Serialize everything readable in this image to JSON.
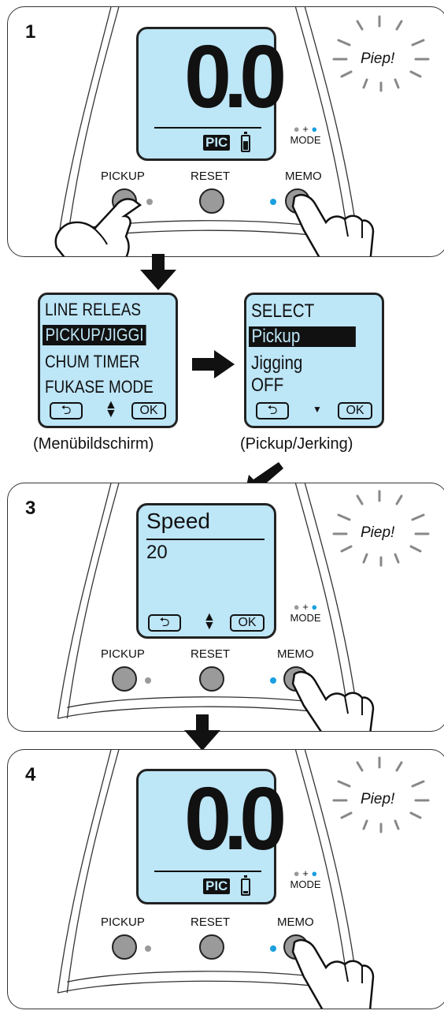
{
  "steps": {
    "step1": {
      "number": "1"
    },
    "step3": {
      "number": "3"
    },
    "step4": {
      "number": "4"
    }
  },
  "display": {
    "big_value": "0.0",
    "mode_badge": "PIC"
  },
  "device": {
    "mode_label": "MODE",
    "plus": "+",
    "pickup_label": "PICKUP",
    "reset_label": "RESET",
    "memo_label": "MEMO"
  },
  "beep": {
    "text": "Piep!"
  },
  "menu_screen": {
    "items": [
      "LINE RELEAS",
      "PICKUP/JIGGI",
      "CHUM TIMER",
      "FUKASE MODE"
    ],
    "selected_index": 1,
    "ok_label": "OK",
    "caption": "(Menübildschirm)"
  },
  "pickup_screen": {
    "title": "SELECT",
    "items": [
      "Pickup",
      "Jigging",
      "OFF"
    ],
    "selected_index": 0,
    "ok_label": "OK",
    "caption": "(Pickup/Jerking)"
  },
  "speed_screen": {
    "title": "Speed",
    "value": "20",
    "ok_label": "OK"
  },
  "colors": {
    "lcd": "#bde6f7",
    "led_blue": "#1a9fe0",
    "button_gray": "#9a9a9a"
  }
}
